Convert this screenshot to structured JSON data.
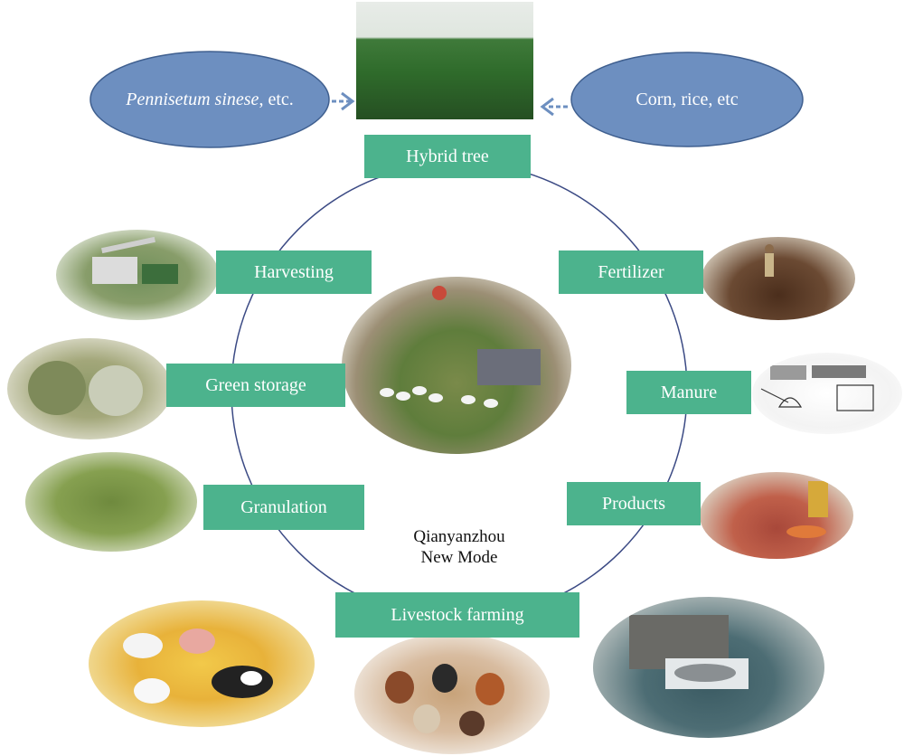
{
  "colors": {
    "box_fill": "#4cb38d",
    "ellipse_fill": "#6d8fc0",
    "ellipse_stroke": "#3f5f8f",
    "circle_stroke": "#3b4a84",
    "arrow": "#6d8fc0"
  },
  "top": {
    "left_ellipse_italic": "Pennisetum sinese",
    "left_ellipse_rest": ", etc.",
    "right_ellipse": "Corn, rice, etc"
  },
  "boxes": {
    "hybrid_tree": "Hybrid tree",
    "harvesting": "Harvesting",
    "fertilizer": "Fertilizer",
    "green_storage": "Green storage",
    "manure": "Manure",
    "granulation": "Granulation",
    "products": "Products",
    "livestock_farming": "Livestock farming"
  },
  "center": {
    "line1": "Qianyanzhou",
    "line2": "New Mode"
  },
  "photos": [
    "field-photo",
    "harvester-photo",
    "farmer-field-photo",
    "silage-bales-photo",
    "biogas-diagram-photo",
    "orchard-poultry-photo",
    "pellets-photo",
    "meat-vegetables-photo",
    "livestock-photo",
    "chickens-photo",
    "fish-pond-photo"
  ]
}
